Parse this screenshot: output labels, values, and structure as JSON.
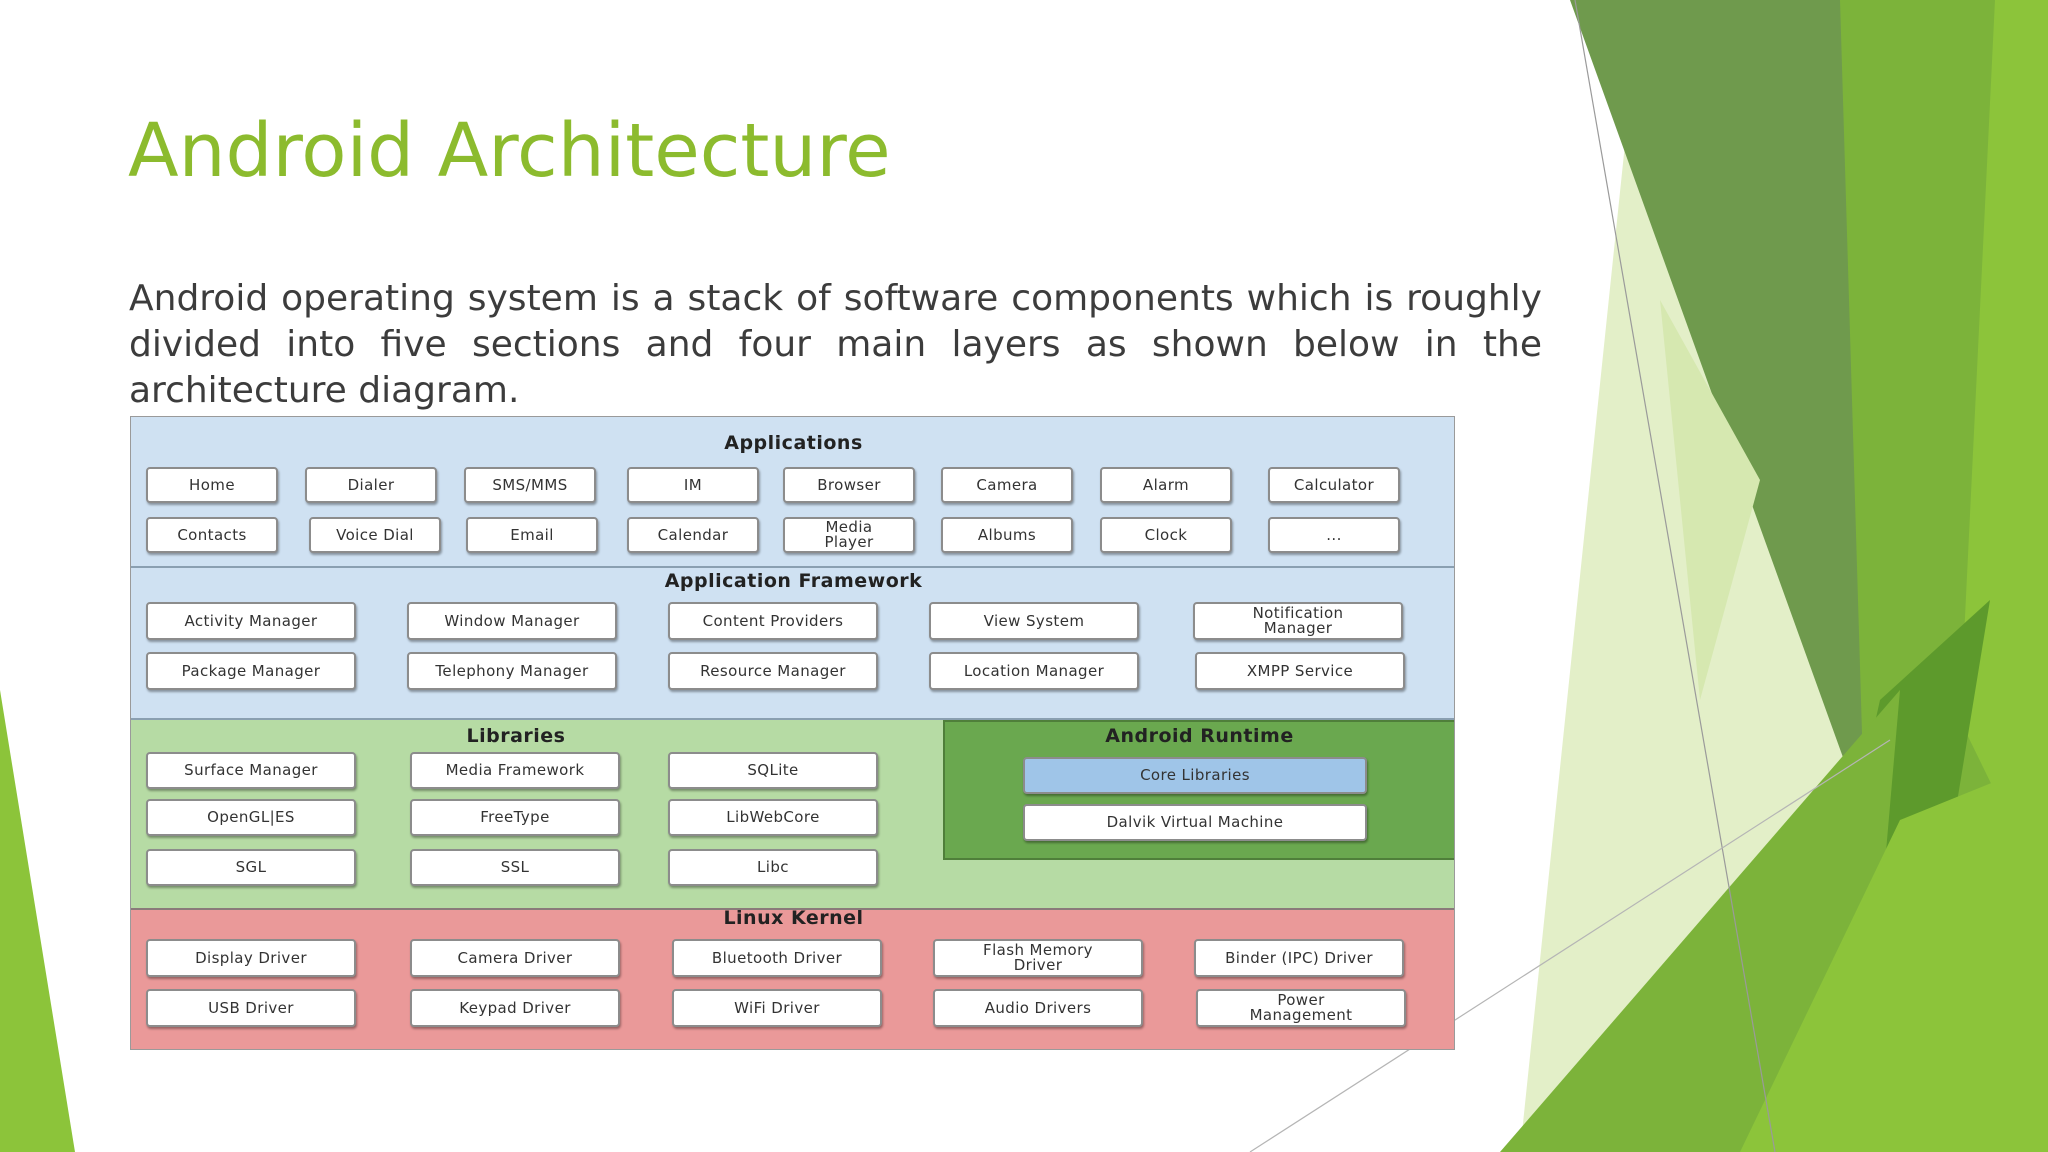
{
  "slide": {
    "title": "Android Architecture",
    "body": "Android operating system is a stack of software components which is roughly divided into five sections and four main layers as shown below in the architecture diagram."
  },
  "colors": {
    "title": "#8cbb2e",
    "applications_layer": "#cfe1f2",
    "framework_layer": "#cfe1f2",
    "libraries_layer": "#b6dba4",
    "runtime_layer": "#6aa84f",
    "kernel_layer": "#ea9999",
    "highlight_box": "#9fc5e8",
    "decor_greens": [
      "#6f9a4d",
      "#7cb33a",
      "#8cc43a",
      "#cfe3a8"
    ]
  },
  "diagram": {
    "applications": {
      "title": "Applications",
      "items": [
        "Home",
        "Dialer",
        "SMS/MMS",
        "IM",
        "Browser",
        "Camera",
        "Alarm",
        "Calculator",
        "Contacts",
        "Voice Dial",
        "Email",
        "Calendar",
        "Media\nPlayer",
        "Albums",
        "Clock",
        "..."
      ]
    },
    "framework": {
      "title": "Application Framework",
      "items": [
        "Activity Manager",
        "Window Manager",
        "Content Providers",
        "View System",
        "Notification\nManager",
        "Package Manager",
        "Telephony Manager",
        "Resource Manager",
        "Location Manager",
        "XMPP Service"
      ]
    },
    "libraries": {
      "title": "Libraries",
      "items": [
        "Surface Manager",
        "Media Framework",
        "SQLite",
        "OpenGL|ES",
        "FreeType",
        "LibWebCore",
        "SGL",
        "SSL",
        "Libc"
      ]
    },
    "runtime": {
      "title": "Android Runtime",
      "items": [
        "Core Libraries",
        "Dalvik Virtual Machine"
      ]
    },
    "kernel": {
      "title": "Linux Kernel",
      "items": [
        "Display Driver",
        "Camera Driver",
        "Bluetooth Driver",
        "Flash Memory\nDriver",
        "Binder (IPC) Driver",
        "USB Driver",
        "Keypad Driver",
        "WiFi Driver",
        "Audio Drivers",
        "Power\nManagement"
      ]
    }
  }
}
